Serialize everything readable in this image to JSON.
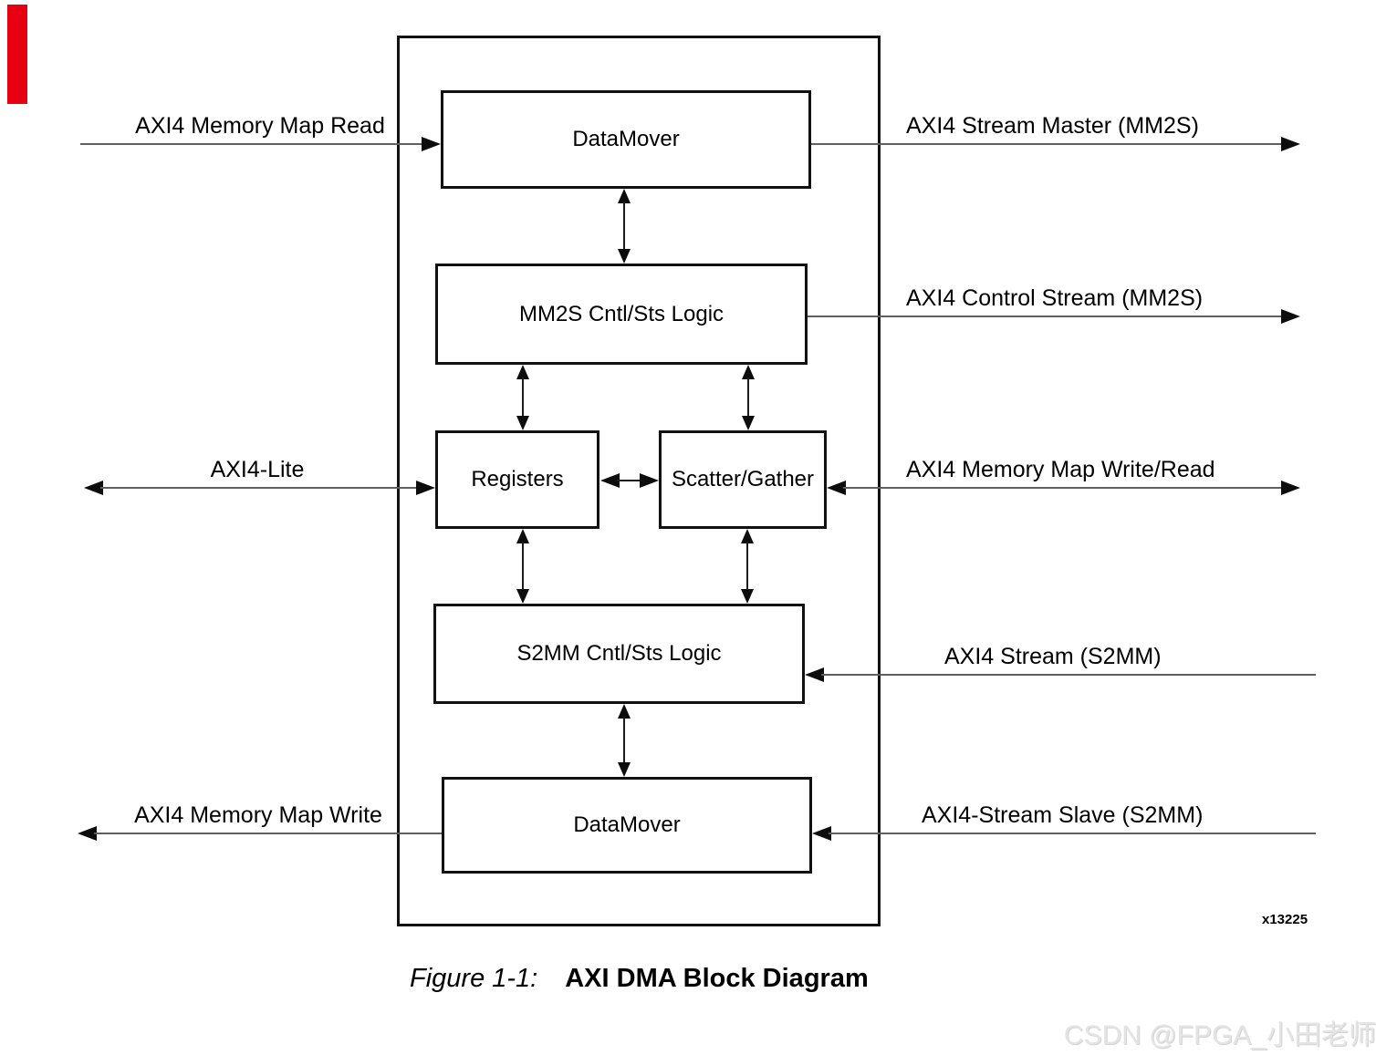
{
  "figure": {
    "caption_prefix": "Figure 1-1:",
    "caption_title": "AXI DMA Block Diagram",
    "figure_id": "x13225",
    "watermark": "CSDN @FPGA_小田老师"
  },
  "blocks": {
    "datamover_top": "DataMover",
    "mm2s_logic": "MM2S Cntl/Sts Logic",
    "registers": "Registers",
    "scatter_gather": "Scatter/Gather",
    "s2mm_logic": "S2MM Cntl/Sts Logic",
    "datamover_bottom": "DataMover"
  },
  "interfaces": {
    "mm_read": "AXI4 Memory Map Read",
    "stream_master": "AXI4 Stream Master (MM2S)",
    "control_stream": "AXI4 Control Stream (MM2S)",
    "axi4_lite": "AXI4-Lite",
    "mm_write_read": "AXI4 Memory Map Write/Read",
    "stream_s2mm": "AXI4 Stream (S2MM)",
    "mm_write": "AXI4 Memory Map Write",
    "stream_slave": "AXI4-Stream Slave (S2MM)"
  },
  "colors": {
    "accent_bar": "#e60012",
    "connector_line": "#5f5f5f",
    "block_border": "#111111",
    "watermark_text": "#e4e4e4"
  }
}
